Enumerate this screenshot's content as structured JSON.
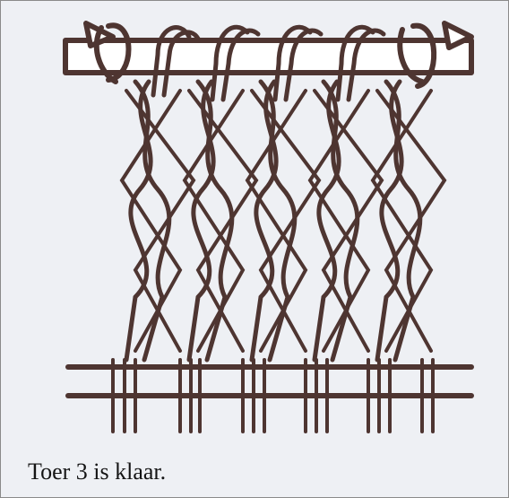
{
  "caption": "Toer 3 is klaar.",
  "colors": {
    "cord": "#4e3531",
    "cord_fill": "#ffffff",
    "background": "#eef0f4",
    "caption_text": "#141414"
  },
  "illustration": {
    "subject": "macrame-square-knot-row-diagram",
    "top_dowel_count": 1,
    "bottom_bar_count": 2,
    "braid_columns": 5
  }
}
